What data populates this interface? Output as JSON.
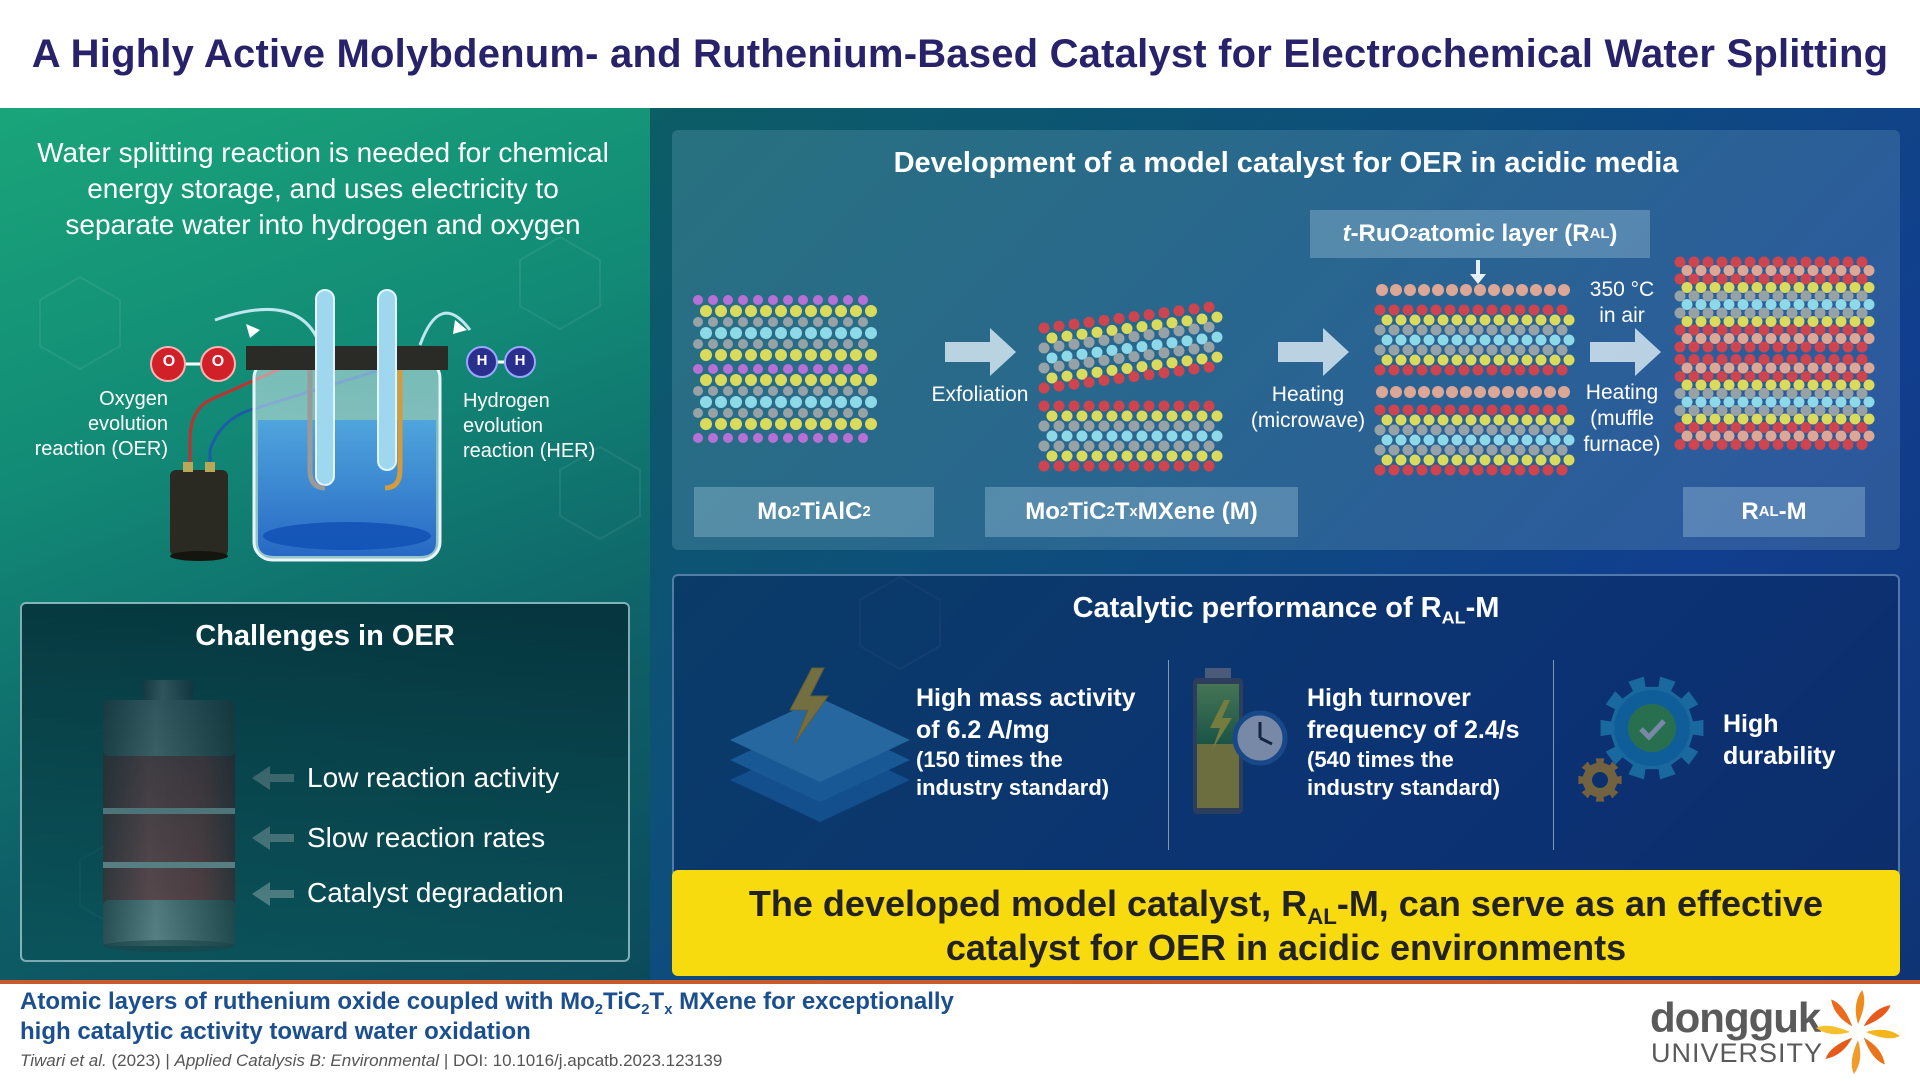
{
  "title": "A Highly Active Molybdenum- and Ruthenium-Based Catalyst for Electrochemical Water Splitting",
  "intro": {
    "line1": "Water splitting reaction is needed for chemical",
    "line2": "energy storage, and uses electricity to",
    "line3": "separate water into hydrogen and oxygen"
  },
  "cell": {
    "oxygen_atom": "O",
    "hydrogen_atom": "H",
    "oer_label": [
      "Oxygen",
      "evolution",
      "reaction (OER)"
    ],
    "her_label": [
      "Hydrogen",
      "evolution",
      "reaction (HER)"
    ]
  },
  "challenges": {
    "title": "Challenges in OER",
    "items": [
      "Low reaction activity",
      "Slow reaction rates",
      "Catalyst degradation"
    ]
  },
  "development": {
    "title": "Development of a model catalyst for OER in acidic media",
    "ral_layer": {
      "prefix": "t",
      "main": "-RuO",
      "sub": "2",
      "mid": " atomic layer (R",
      "sub2": "AL",
      "end": ")"
    },
    "steps": {
      "exfoliation": "Exfoliation",
      "heating1": [
        "Heating",
        "(microwave)"
      ],
      "temp": [
        "350 °C",
        "in air"
      ],
      "heating2": [
        "Heating",
        "(muffle",
        "furnace)"
      ]
    },
    "materials": {
      "max": {
        "a": "Mo",
        "b": "2",
        "c": "TiAlC",
        "d": "2"
      },
      "mxene": {
        "a": "Mo",
        "b": "2",
        "c": "TiC",
        "d": "2",
        "e": "T",
        "f": "x",
        "g": " MXene (M)"
      },
      "ralm": {
        "a": "R",
        "b": "AL",
        "c": "-M"
      }
    }
  },
  "performance": {
    "title_a": "Catalytic performance of R",
    "title_sub": "AL",
    "title_b": "-M",
    "items": [
      {
        "head": [
          "High mass activity",
          "of 6.2 A/mg"
        ],
        "sub": [
          "(150 times the",
          "industry standard)"
        ]
      },
      {
        "head": [
          "High turnover",
          "frequency of 2.4/s"
        ],
        "sub": [
          "(540 times the",
          "industry standard)"
        ]
      },
      {
        "head": [
          "High",
          "durability"
        ],
        "sub": []
      }
    ]
  },
  "conclusion": {
    "a": "The developed model catalyst, R",
    "sub": "AL",
    "b": "-M, can serve as an effective",
    "line2": "catalyst for OER in acidic environments"
  },
  "paper": {
    "line1_a": "Atomic layers of ruthenium oxide coupled with Mo",
    "line1_s1": "2",
    "line1_b": "TiC",
    "line1_s2": "2",
    "line1_c": "T",
    "line1_s3": "x",
    "line1_d": " MXene for exceptionally",
    "line2": "high catalytic activity toward water oxidation",
    "authors": "Tiwari et al.",
    "year": " (2023)",
    "journal": "Applied Catalysis B: Environmental",
    "doi": "DOI: 10.1016/j.apcatb.2023.123139"
  },
  "logo": {
    "name": "dongguk",
    "sub": "UNIVERSITY"
  },
  "colors": {
    "title": "#27226a",
    "conclusion_bg": "#f7db0f",
    "paper_title": "#1b4f8f",
    "accent": "#c85a2c"
  }
}
